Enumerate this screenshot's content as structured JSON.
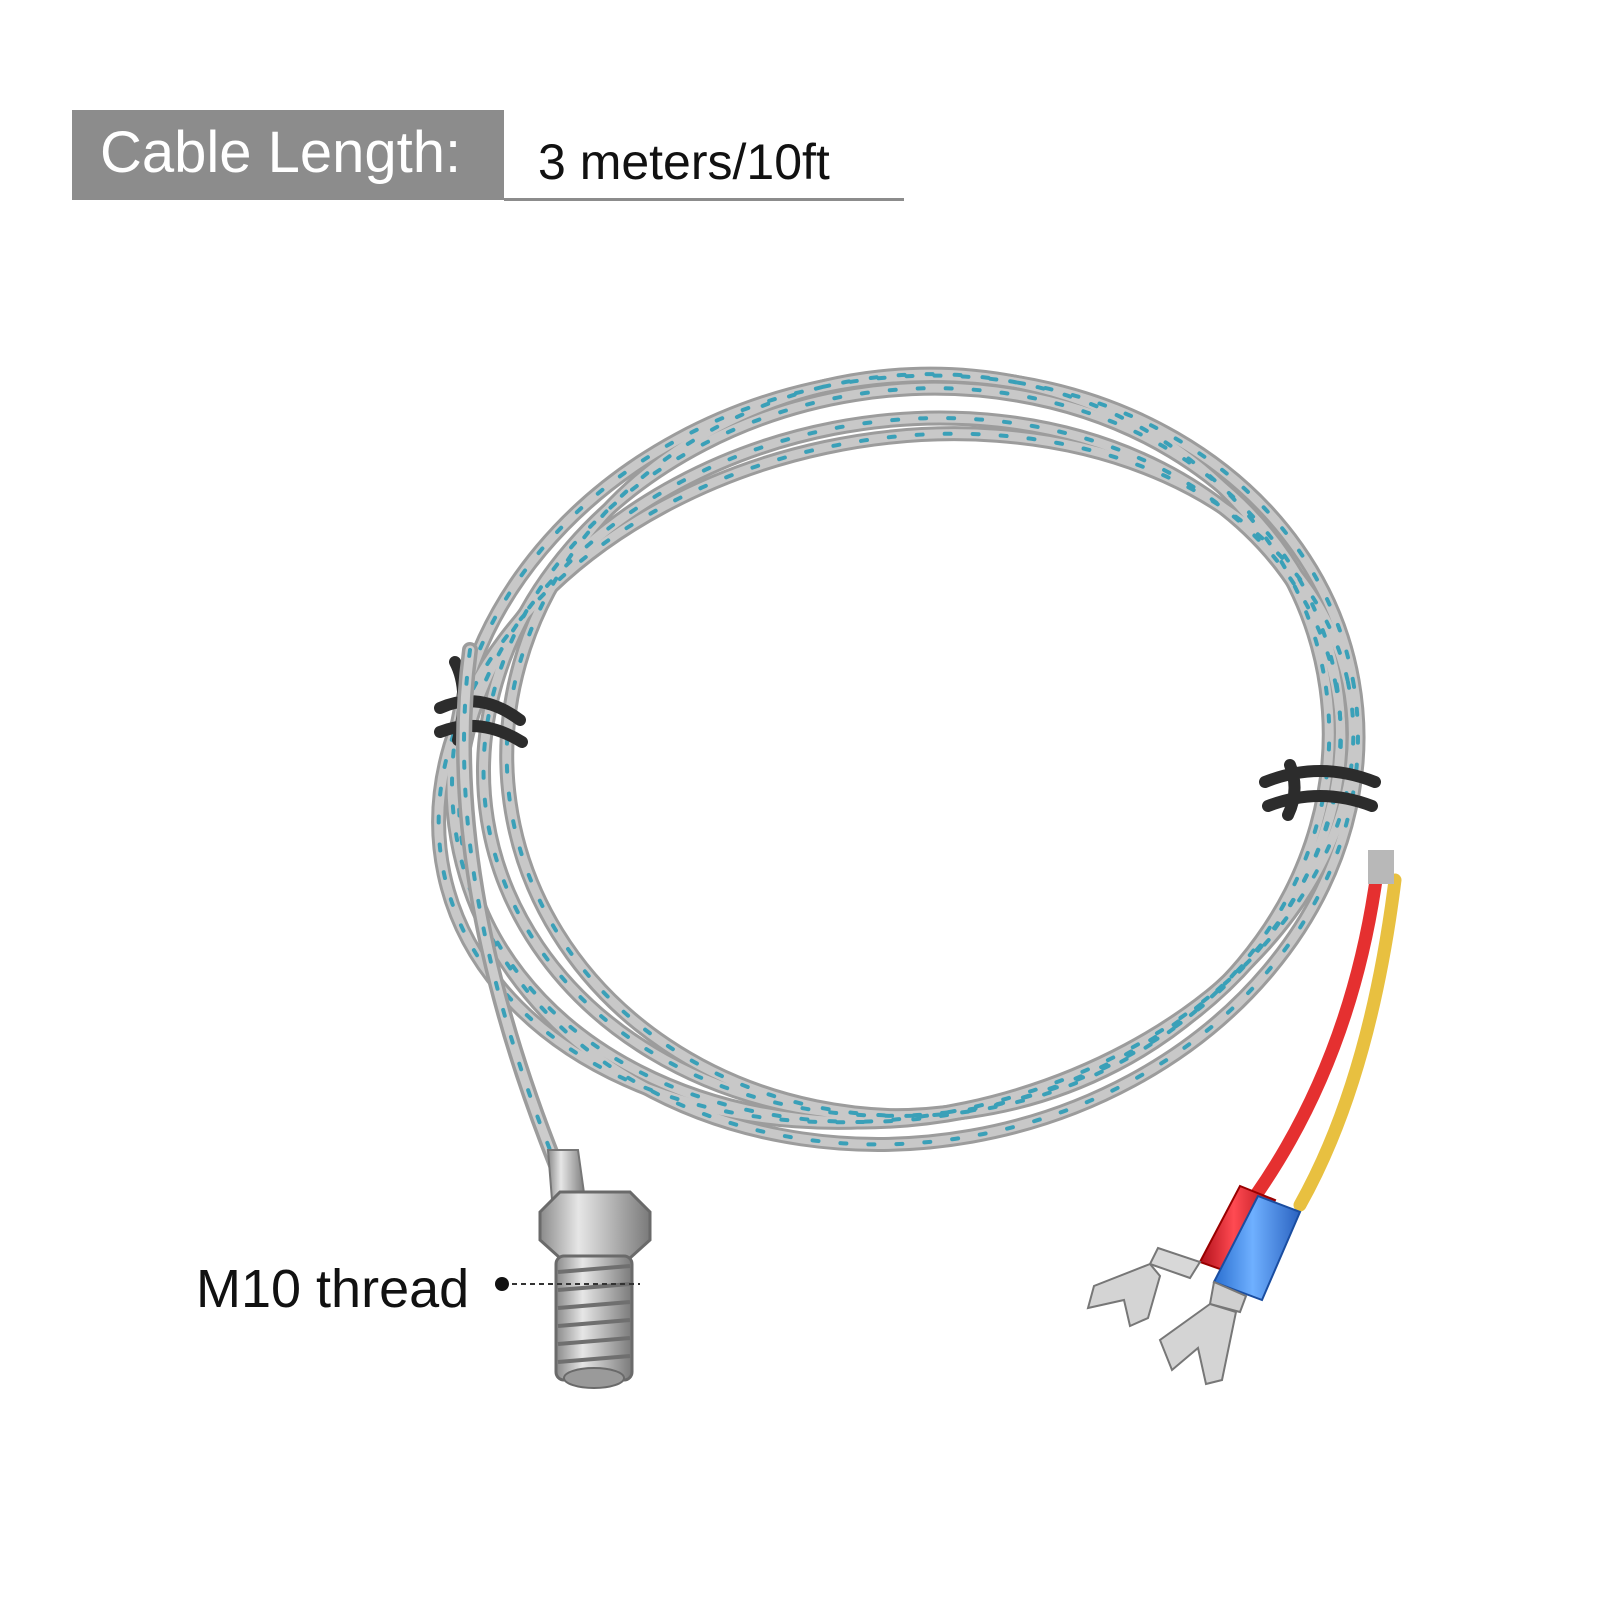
{
  "spec": {
    "label": "Cable Length:",
    "value": "3 meters/10ft"
  },
  "callouts": {
    "thread": "M10 thread"
  },
  "colors": {
    "label_background": "#8c8c8c",
    "braid_silver": "#b4b4b4",
    "braid_tracer": "#3aa0b8",
    "wire_red": "#e53030",
    "wire_yellow": "#e8c040",
    "terminal_red": "#dd2028",
    "terminal_blue": "#3f8de8",
    "tie_black": "#2c2c2c"
  }
}
